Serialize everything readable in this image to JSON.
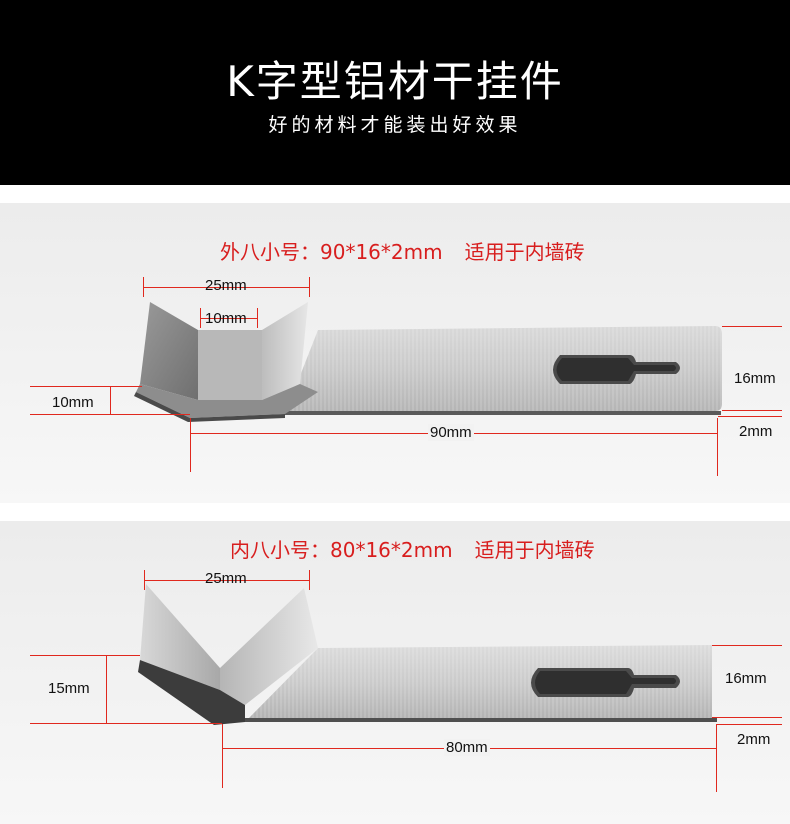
{
  "banner": {
    "title": "K字型铝材干挂件",
    "subtitle": "好的材料才能装出好效果"
  },
  "colors": {
    "banner_bg": "#000000",
    "heading_red": "#d81e1e",
    "dimension_line": "#e0281e"
  },
  "product_1": {
    "name": "外八小号：90*16*2mm",
    "usage": "适用于内墙砖",
    "dims": {
      "top_width": "25mm",
      "inner_width": "10mm",
      "hook_height": "10mm",
      "length": "90mm",
      "plate_height": "16mm",
      "thickness": "2mm"
    }
  },
  "product_2": {
    "name": "内八小号：80*16*2mm",
    "usage": "适用于内墙砖",
    "dims": {
      "top_width": "25mm",
      "hook_height": "15mm",
      "length": "80mm",
      "plate_height": "16mm",
      "thickness": "2mm"
    }
  }
}
